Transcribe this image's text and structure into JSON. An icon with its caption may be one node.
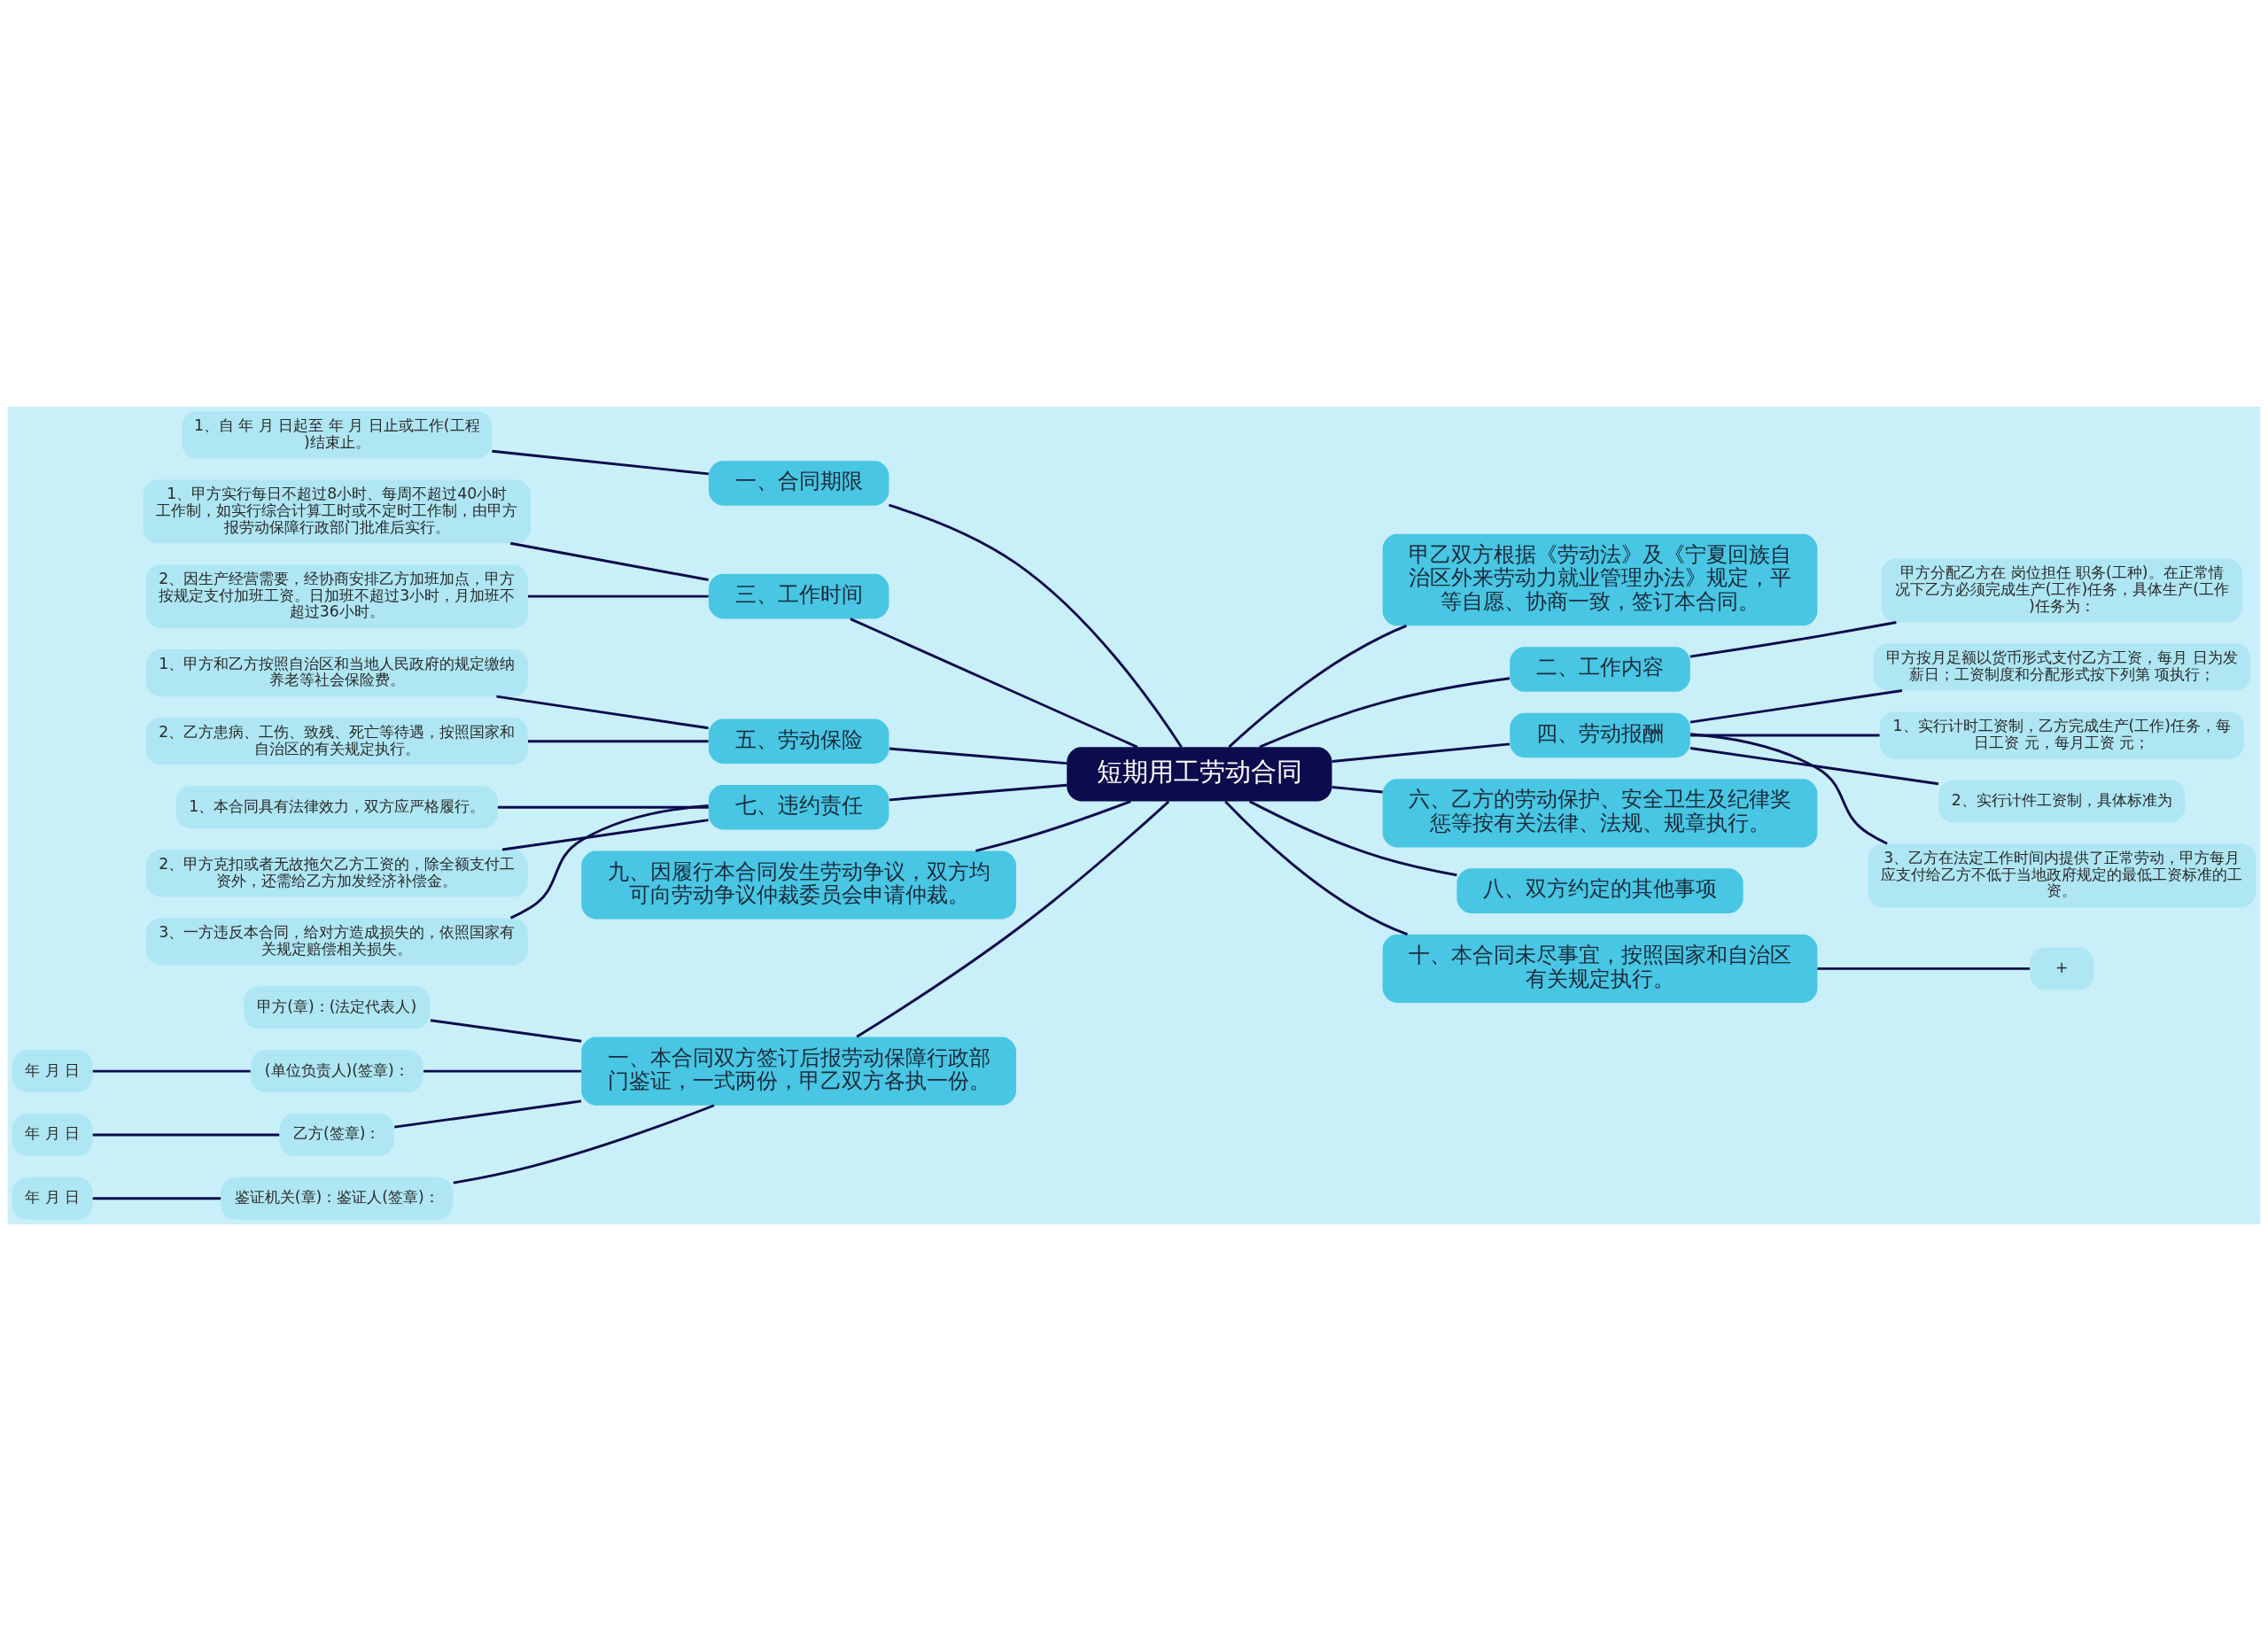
{
  "diagram": {
    "nodes": [
      {
        "text": [
          "短期用工劳动合同"
        ]
      },
      {
        "text": [
          "一、合同期限"
        ]
      },
      {
        "text": [
          "1、自 年 月 日起至 年 月 日止或工作(工程)结束止。"
        ]
      },
      {
        "text": [
          "三、工作时间"
        ]
      },
      {
        "text": [
          "1、甲方实行每日不超过8小时、每周不超过40小时工作制，如实行综合计算工时或不定时工作制，由甲方报劳动保障行政部门批准后实行。"
        ]
      },
      {
        "text": [
          "2、因生产经营需要，经协商安排乙方加班加点，甲方按规定支付加班工资。日加班不超过3小时，月加班不超过36小时。"
        ]
      },
      {
        "text": [
          "五、劳动保险"
        ]
      },
      {
        "text": [
          "1、甲方和乙方按照自治区和当地人民政府的规定缴纳养老等社会保险费。"
        ]
      },
      {
        "text": [
          "2、乙方患病、工伤、致残、死亡等待遇，按照国家和自治区的有关规定执行。"
        ]
      },
      {
        "text": [
          "七、违约责任"
        ]
      },
      {
        "text": [
          "1、本合同具有法律效力，双方应严格履行。"
        ]
      },
      {
        "text": [
          "2、甲方克扣或者无故拖欠乙方工资的，除全额支付工资外，还需给乙方加发经济补偿金。"
        ]
      },
      {
        "text": [
          "3、一方违反本合同，给对方造成损失的，依照国家有关规定赔偿相关损失。"
        ]
      },
      {
        "text": [
          "九、因履行本合同发生劳动争议，双方均可向劳动争议仲裁委员会申请仲裁。"
        ]
      },
      {
        "text": [
          "一、本合同双方签订后报劳动保障行政部门鉴证，一式两份，甲乙双方各执一份。"
        ]
      },
      {
        "text": [
          "甲方(章)：(法定代表人)"
        ]
      },
      {
        "text": [
          "(单位负责人)(签章)："
        ]
      },
      {
        "text": [
          "年 月 日"
        ]
      },
      {
        "text": [
          "乙方(签章)："
        ]
      },
      {
        "text": [
          "年 月 日"
        ]
      },
      {
        "text": [
          "鉴证机关(章)：鉴证人(签章)："
        ]
      },
      {
        "text": [
          "年 月 日"
        ]
      },
      {
        "text": [
          "甲乙双方根据《劳动法》及《宁夏回族自治区外来劳动力就业管理办法》规定，平等自愿、协商一致，签订本合同。"
        ]
      },
      {
        "text": [
          "二、工作内容"
        ]
      },
      {
        "text": [
          "甲方分配乙方在 岗位担任 职务(工种)。在正常情况下乙方必须完成生产(工作)任务，具体生产(工作)任务为："
        ]
      },
      {
        "text": [
          "四、劳动报酬"
        ]
      },
      {
        "text": [
          "甲方按月足额以货币形式支付乙方工资，每月 日为发薪日；工资制度和分配形式按下列第 项执行；"
        ]
      },
      {
        "text": [
          "1、实行计时工资制，乙方完成生产(工作)任务，每日工资 元，每月工资 元；"
        ]
      },
      {
        "text": [
          "2、实行计件工资制，具体标准为"
        ]
      },
      {
        "text": [
          "3、乙方在法定工作时间内提供了正常劳动，甲方每月应支付给乙方不低于当地政府规定的最低工资标准的工资。"
        ]
      },
      {
        "text": [
          "六、乙方的劳动保护、安全卫生及纪律奖惩等按有关法律、法规、规章执行。"
        ]
      },
      {
        "text": [
          "八、双方约定的其他事项"
        ]
      },
      {
        "text": [
          "十、本合同未尽事宜，按照国家和自治区有关规定执行。"
        ]
      },
      {
        "text": [
          "+"
        ]
      }
    ],
    "edges": [
      {
        "from": 1,
        "to": 0,
        "arrow": "none"
      },
      {
        "from": 2,
        "to": 1,
        "arrow": "none"
      },
      {
        "from": 3,
        "to": 0,
        "arrow": "none"
      },
      {
        "from": 4,
        "to": 3,
        "arrow": "none"
      },
      {
        "from": 5,
        "to": 3,
        "arrow": "none"
      },
      {
        "from": 6,
        "to": 0,
        "arrow": "none"
      },
      {
        "from": 7,
        "to": 6,
        "arrow": "none"
      },
      {
        "from": 8,
        "to": 6,
        "arrow": "none"
      },
      {
        "from": 9,
        "to": 0,
        "arrow": "none"
      },
      {
        "from": 10,
        "to": 9,
        "arrow": "none"
      },
      {
        "from": 11,
        "to": 9,
        "arrow": "none"
      },
      {
        "from": 12,
        "to": 9,
        "arrow": "none"
      },
      {
        "from": 13,
        "to": 0,
        "arrow": "none"
      },
      {
        "from": 14,
        "to": 0,
        "arrow": "none"
      },
      {
        "from": 15,
        "to": 14,
        "arrow": "none"
      },
      {
        "from": 16,
        "to": 14,
        "arrow": "none"
      },
      {
        "from": 17,
        "to": 16,
        "arrow": "none"
      },
      {
        "from": 18,
        "to": 14,
        "arrow": "none"
      },
      {
        "from": 19,
        "to": 18,
        "arrow": "none"
      },
      {
        "from": 20,
        "to": 14,
        "arrow": "none"
      },
      {
        "from": 21,
        "to": 20,
        "arrow": "none"
      },
      {
        "from": 0,
        "to": 22,
        "arrow": "none"
      },
      {
        "from": 0,
        "to": 23,
        "arrow": "none"
      },
      {
        "from": 23,
        "to": 24,
        "arrow": "none"
      },
      {
        "from": 0,
        "to": 25,
        "arrow": "none"
      },
      {
        "from": 25,
        "to": 26,
        "arrow": "none"
      },
      {
        "from": 25,
        "to": 27,
        "arrow": "none"
      },
      {
        "from": 25,
        "to": 28,
        "arrow": "none"
      },
      {
        "from": 25,
        "to": 29,
        "arrow": "none"
      },
      {
        "from": 0,
        "to": 30,
        "arrow": "none"
      },
      {
        "from": 0,
        "to": 31,
        "arrow": "none"
      },
      {
        "from": 0,
        "to": 32,
        "arrow": "none"
      },
      {
        "from": 32,
        "to": 33,
        "arrow": "none"
      }
    ]
  }
}
